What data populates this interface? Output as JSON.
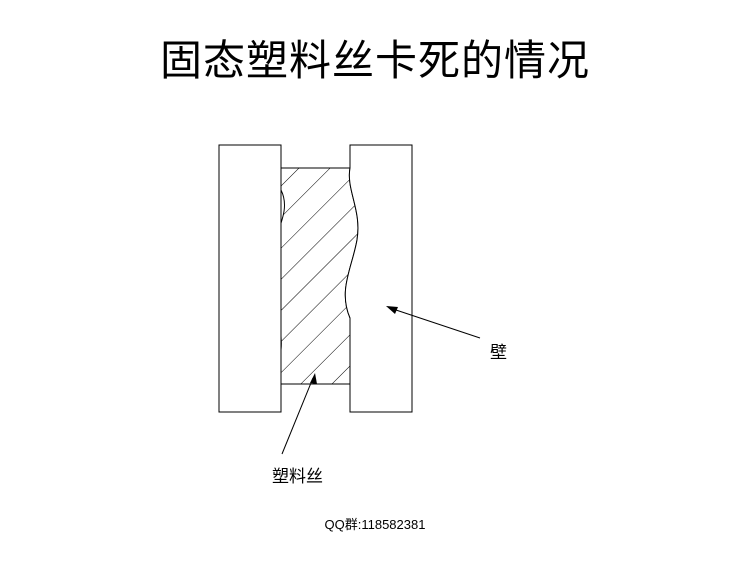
{
  "title": "固态塑料丝卡死的情况",
  "labels": {
    "wall": "壁",
    "filament": "塑料丝"
  },
  "footer": "QQ群:118582381",
  "colors": {
    "background": "#ffffff",
    "stroke": "#000000"
  }
}
